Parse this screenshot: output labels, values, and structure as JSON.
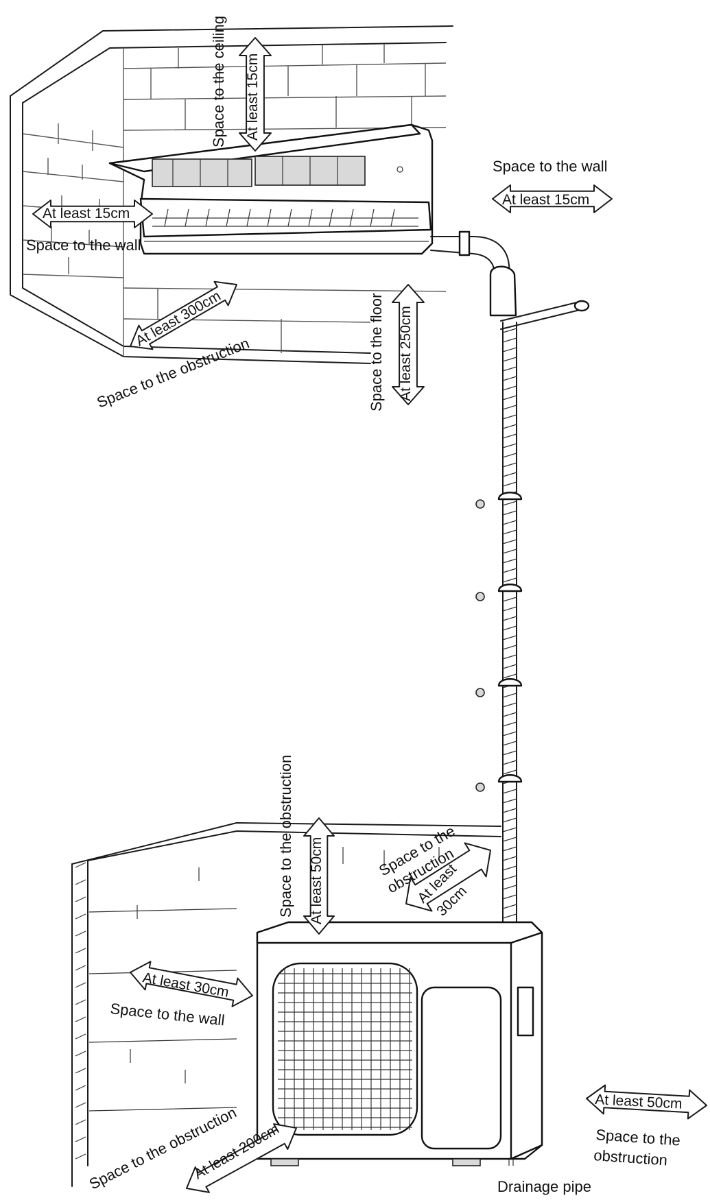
{
  "indoor": {
    "ceiling": {
      "label": "Space to the ceiling",
      "value": "At least 15cm"
    },
    "wall_right": {
      "label": "Space to the wall",
      "value": "At least 15cm"
    },
    "wall_left": {
      "label": "Space to the wall",
      "value": "At least 15cm"
    },
    "obstruction": {
      "label": "Space to the obstruction",
      "value": "At least 300cm"
    },
    "floor": {
      "label": "Space to the floor",
      "value": "At least 250cm"
    }
  },
  "outdoor": {
    "top": {
      "label": "Space to the obstruction",
      "value": "At least 50cm"
    },
    "back": {
      "label_line1": "Space to the",
      "label_line2": "obstruction",
      "value_line1": "At least",
      "value_line2": "30cm"
    },
    "wall": {
      "label": "Space to the wall",
      "value": "At least 30cm"
    },
    "front": {
      "label": "Space to the obstruction",
      "value": "At least 200cm"
    },
    "side": {
      "label_line1": "Space to the",
      "label_line2": "obstruction",
      "value": "At least 50cm"
    },
    "drain": {
      "label": "Drainage pipe"
    }
  }
}
